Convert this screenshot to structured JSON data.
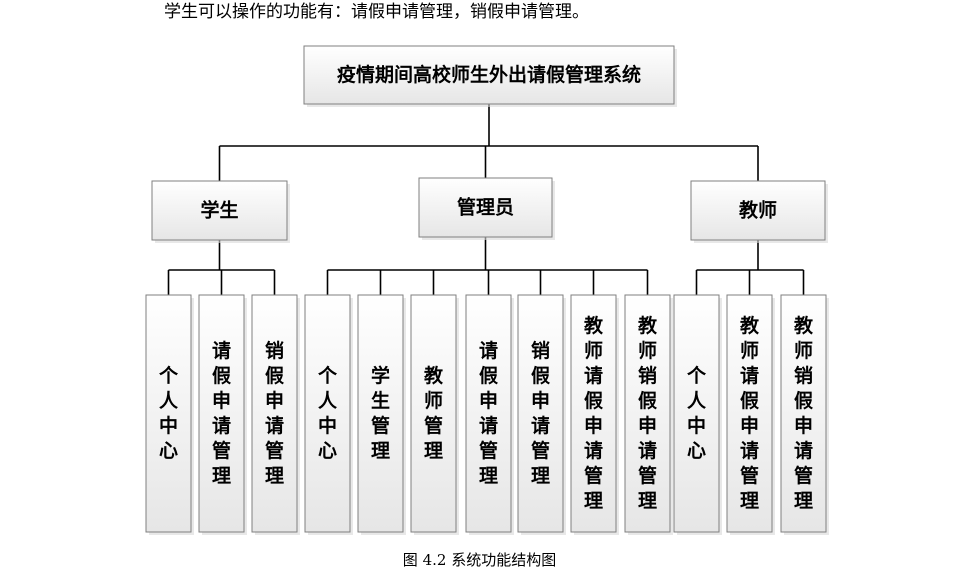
{
  "intro_text": "学生可以操作的功能有：请假申请管理，销假申请管理。",
  "root": {
    "label": "疫情期间高校师生外出请假管理系统"
  },
  "roles": [
    {
      "label": "学生",
      "functions": [
        "个人中心",
        "请假申请管理",
        "销假申请管理"
      ]
    },
    {
      "label": "管理员",
      "functions": [
        "个人中心",
        "学生管理",
        "教师管理",
        "请假申请管理",
        "销假申请管理",
        "教师请假申请管理",
        "教师销假申请管理"
      ]
    },
    {
      "label": "教师",
      "functions": [
        "个人中心",
        "教师请假申请管理",
        "教师销假申请管理"
      ]
    }
  ],
  "caption": "图 4.2  系统功能结构图",
  "colors": {
    "box_top": "#ffffff",
    "box_bottom": "#e6e6e6",
    "box_border": "#7f7f7f",
    "line": "#000000"
  }
}
